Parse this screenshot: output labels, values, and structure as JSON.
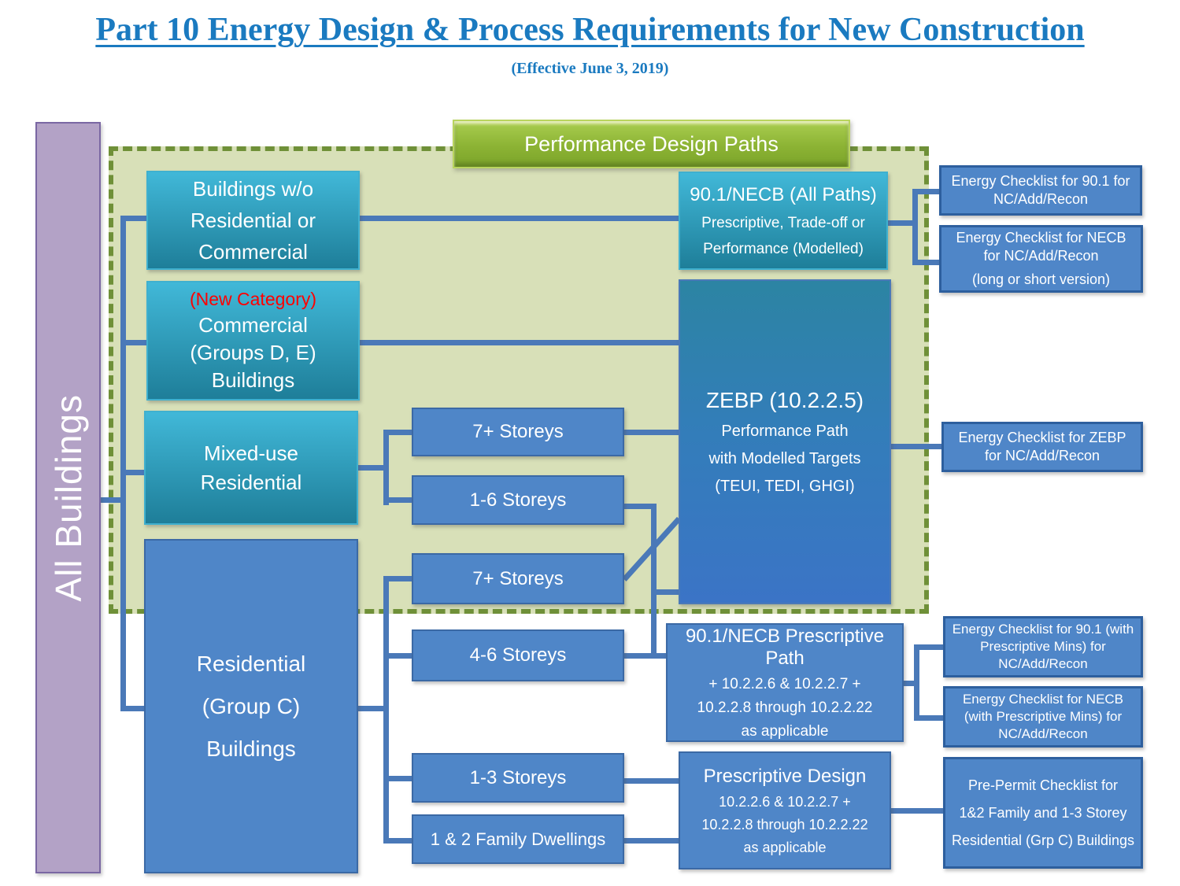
{
  "palette": {
    "title_blue": "#1a7ac0",
    "connector_blue": "#4a79b8",
    "box_blue": "#4f86c8",
    "box_blue_border": "#3b69a5",
    "teal_top": "#41b8d8",
    "teal_bottom": "#1e7e99",
    "zebp_top": "#2c84a3",
    "zebp_bottom": "#3b74c6",
    "purple_fill": "#b3a2c6",
    "purple_border": "#7a67a3",
    "green_bg": "#d8e0b8",
    "green_dash": "#6f9038",
    "new_category_red": "#ff0000"
  },
  "title": {
    "text": "Part 10 Energy Design & Process Requirements for New Construction",
    "subtitle": "(Effective June 3, 2019)"
  },
  "all_buildings": {
    "label": "All Buildings"
  },
  "performance_paths": {
    "label": "Performance Design Paths"
  },
  "category_boxes": {
    "no_res_comm": {
      "line1": "Buildings w/o",
      "line2": "Residential or",
      "line3": "Commercial"
    },
    "commercial": {
      "tag": "(New Category)",
      "line1": "Commercial",
      "line2": "(Groups D, E)",
      "line3": "Buildings"
    },
    "mixed_use": {
      "line1": "Mixed-use",
      "line2": "Residential"
    },
    "residential": {
      "line1": "Residential",
      "line2": "(Group C)",
      "line3": "Buildings"
    }
  },
  "storey_boxes": {
    "mixed_7plus": "7+ Storeys",
    "mixed_1to6": "1-6 Storeys",
    "res_7plus": "7+ Storeys",
    "res_4to6": "4-6 Storeys",
    "res_1to3": "1-3 Storeys",
    "res_family": "1 & 2 Family Dwellings"
  },
  "path_boxes": {
    "necb_all": {
      "title": "90.1/NECB (All Paths)",
      "line1": "Prescriptive, Trade-off or",
      "line2": "Performance (Modelled)"
    },
    "zebp": {
      "title": "ZEBP (10.2.2.5)",
      "line1": "Performance Path",
      "line2": "with Modelled Targets",
      "line3": "(TEUI, TEDI, GHGI)"
    },
    "prescriptive_path": {
      "title": "90.1/NECB Prescriptive Path",
      "line1": "+ 10.2.2.6 & 10.2.2.7 +",
      "line2": "10.2.2.8 through 10.2.2.22",
      "line3": "as applicable"
    },
    "prescriptive_design": {
      "title": "Prescriptive Design",
      "line1": "10.2.2.6 & 10.2.2.7 +",
      "line2": "10.2.2.8 through 10.2.2.22",
      "line3": "as applicable"
    }
  },
  "checklists": {
    "c90_nc": "Energy Checklist for 90.1 for NC/Add/Recon",
    "necb_nc": "Energy Checklist for NECB for NC/Add/Recon",
    "necb_nc_note": "(long or short version)",
    "zebp_nc": "Energy Checklist for ZEBP for NC/Add/Recon",
    "c90_presc": "Energy Checklist for 90.1 (with Prescriptive Mins)  for NC/Add/Recon",
    "necb_presc": "Energy Checklist for NECB (with Prescriptive Mins)  for NC/Add/Recon",
    "prepermit_line1": "Pre-Permit Checklist for",
    "prepermit_line2": "1&2 Family and 1-3 Storey",
    "prepermit_line3": "Residential (Grp C) Buildings"
  }
}
